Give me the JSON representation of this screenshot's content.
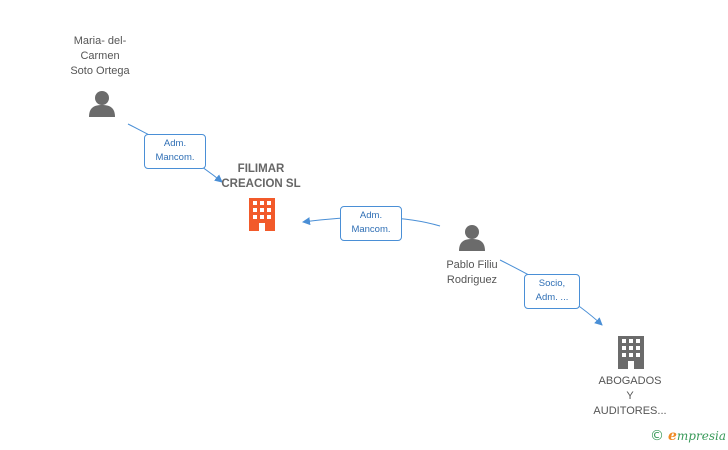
{
  "nodes": {
    "person_maria": {
      "label": "Maria- del-\nCarmen\nSoto Ortega",
      "icon": "person-icon"
    },
    "company_filimar": {
      "label": "FILIMAR\nCREACION SL",
      "icon": "building-icon",
      "color": "#f25a2a"
    },
    "person_pablo": {
      "label": "Pablo Filiu\nRodriguez",
      "icon": "person-icon"
    },
    "company_abogados": {
      "label": "ABOGADOS\nY\nAUDITORES...",
      "icon": "building-icon",
      "color": "#6b6b6b"
    }
  },
  "edges": [
    {
      "from": "person_maria",
      "to": "company_filimar",
      "label": "Adm.\nMancom."
    },
    {
      "from": "person_pablo",
      "to": "company_filimar",
      "label": "Adm.\nMancom."
    },
    {
      "from": "person_pablo",
      "to": "company_abogados",
      "label": "Socio,\nAdm. ..."
    }
  ],
  "colors": {
    "edge": "#4a8fd6",
    "person": "#6b6b6b"
  },
  "brand": {
    "copyright": "©",
    "initial": "e",
    "name": "mpresia"
  }
}
